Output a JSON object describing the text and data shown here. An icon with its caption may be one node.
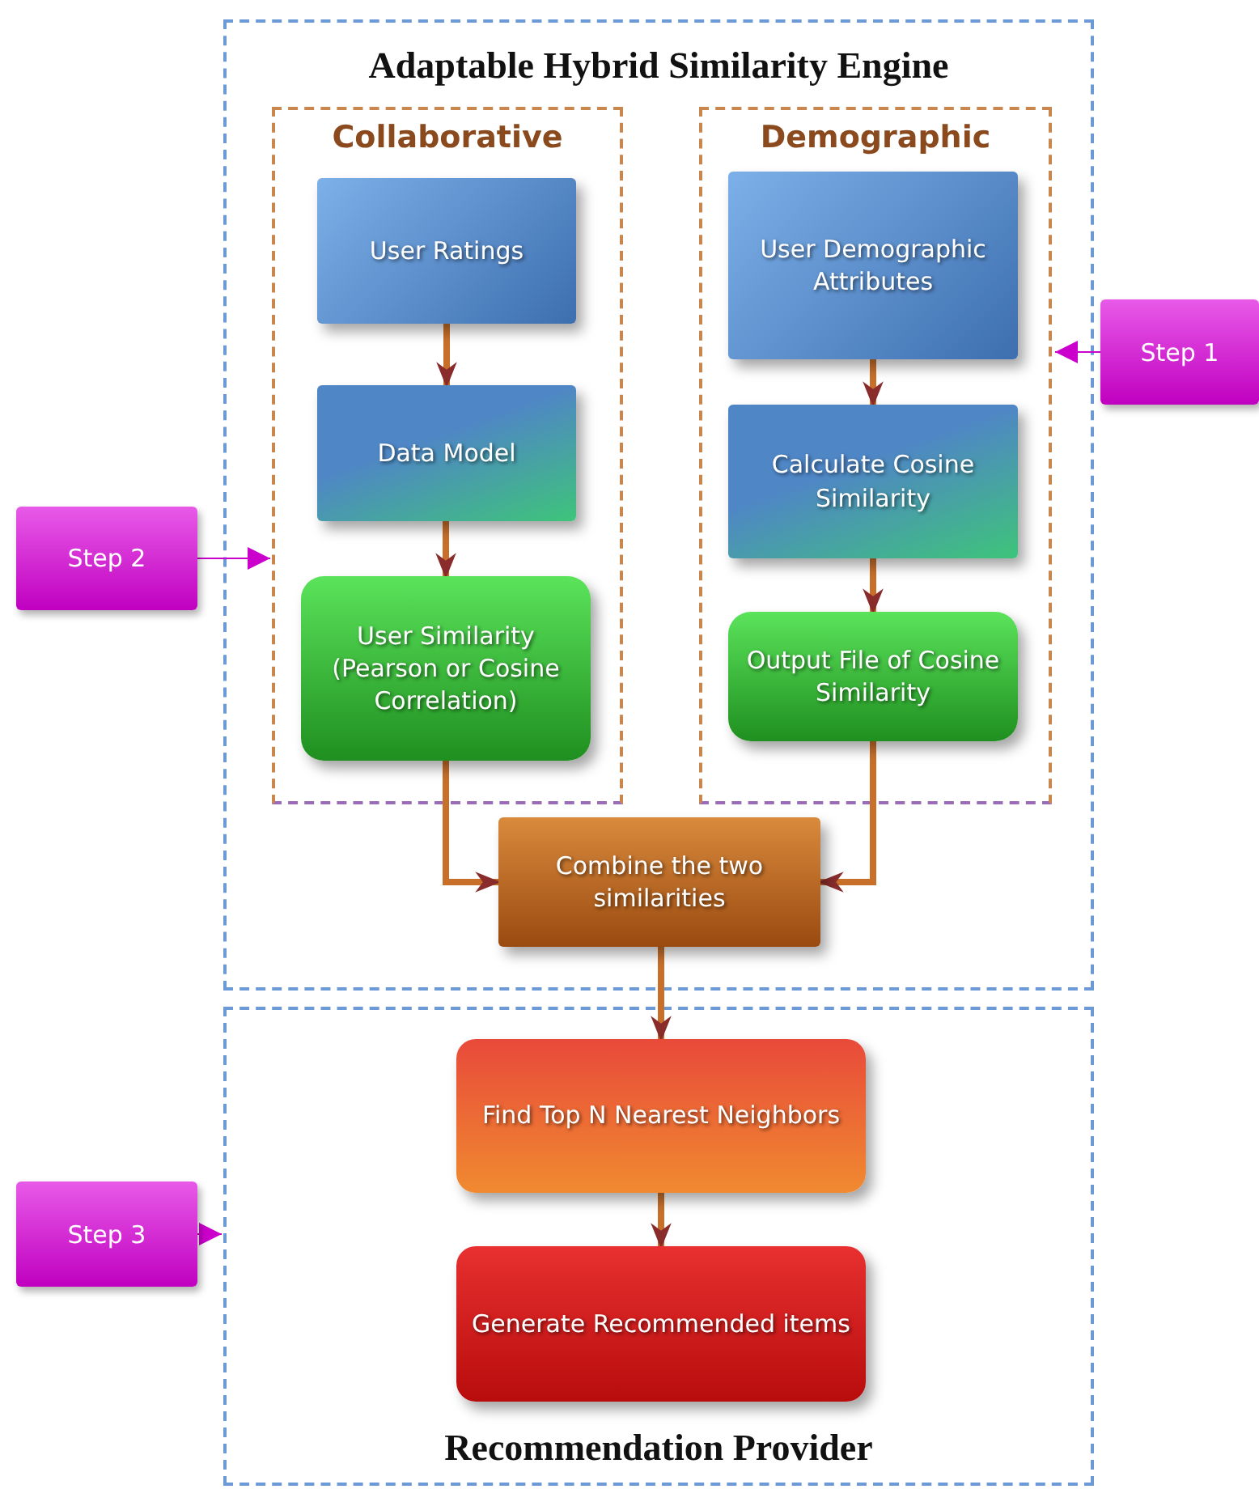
{
  "diagram": {
    "nodes": [
      {
        "text": [
          "Adaptable Hybrid Similarity Engine"
        ]
      },
      {
        "text": [
          "Collaborative"
        ],
        "in": 0
      },
      {
        "text": [
          "User Ratings"
        ],
        "in": 1
      },
      {
        "text": [
          "Data Model"
        ],
        "in": 1
      },
      {
        "text": [
          "User Similarity (Pearson or Cosine Correlation)"
        ],
        "in": 1
      },
      {
        "text": [
          "Demographic"
        ],
        "in": 0
      },
      {
        "text": [
          "User Demographic Attributes"
        ],
        "in": 5
      },
      {
        "text": [
          "Calculate Cosine Similarity"
        ],
        "in": 5
      },
      {
        "text": [
          "Output File of Cosine Similarity"
        ],
        "in": 5
      },
      {
        "text": [
          "Combine the two similarities"
        ],
        "in": 0
      },
      {
        "text": [
          "Recommendation Provider"
        ]
      },
      {
        "text": [
          "Find Top N Nearest Neighbors"
        ],
        "in": 10
      },
      {
        "text": [
          "Generate Recommended items"
        ],
        "in": 10
      },
      {
        "text": [
          "Step 1"
        ]
      },
      {
        "text": [
          "Step 2"
        ]
      },
      {
        "text": [
          "Step 3"
        ]
      }
    ],
    "edges": [
      {
        "from": 2,
        "to": 3,
        "arrow": "to"
      },
      {
        "from": 3,
        "to": 4,
        "arrow": "to"
      },
      {
        "from": 6,
        "to": 7,
        "arrow": "to"
      },
      {
        "from": 7,
        "to": 8,
        "arrow": "to"
      },
      {
        "from": 4,
        "to": 9,
        "arrow": "to"
      },
      {
        "from": 8,
        "to": 9,
        "arrow": "to"
      },
      {
        "from": 9,
        "to": 11,
        "arrow": "to"
      },
      {
        "from": 11,
        "to": 12,
        "arrow": "to"
      },
      {
        "from": 13,
        "to": 5,
        "arrow": "to",
        "color": "#cc00cc"
      },
      {
        "from": 14,
        "to": 1,
        "arrow": "to",
        "color": "#cc00cc"
      },
      {
        "from": 15,
        "to": 10,
        "arrow": "to",
        "color": "#cc00cc"
      }
    ]
  }
}
